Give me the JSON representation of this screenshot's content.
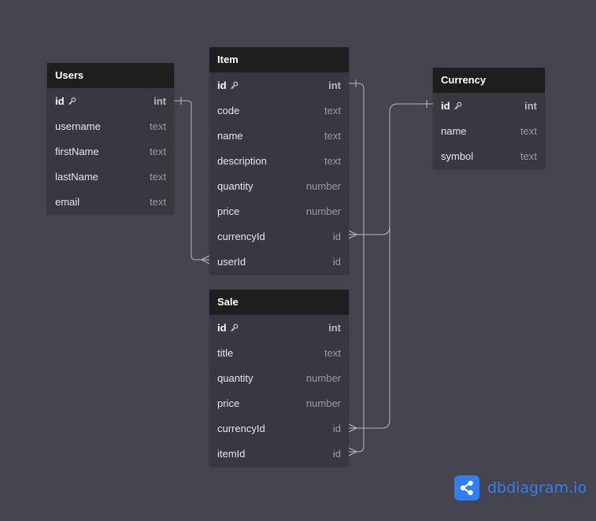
{
  "colors": {
    "background": "#45454f",
    "table_header": "#1e1e1e",
    "table_body": "#383841",
    "connector": "#b8b8c0",
    "brand": "#2f7ff3"
  },
  "tables": {
    "users": {
      "name": "Users",
      "fields": [
        {
          "name": "id",
          "type": "int",
          "pk": true
        },
        {
          "name": "username",
          "type": "text"
        },
        {
          "name": "firstName",
          "type": "text"
        },
        {
          "name": "lastName",
          "type": "text"
        },
        {
          "name": "email",
          "type": "text"
        }
      ]
    },
    "item": {
      "name": "Item",
      "fields": [
        {
          "name": "id",
          "type": "int",
          "pk": true
        },
        {
          "name": "code",
          "type": "text"
        },
        {
          "name": "name",
          "type": "text"
        },
        {
          "name": "description",
          "type": "text"
        },
        {
          "name": "quantity",
          "type": "number"
        },
        {
          "name": "price",
          "type": "number"
        },
        {
          "name": "currencyId",
          "type": "id"
        },
        {
          "name": "userId",
          "type": "id"
        }
      ]
    },
    "currency": {
      "name": "Currency",
      "fields": [
        {
          "name": "id",
          "type": "int",
          "pk": true
        },
        {
          "name": "name",
          "type": "text"
        },
        {
          "name": "symbol",
          "type": "text"
        }
      ]
    },
    "sale": {
      "name": "Sale",
      "fields": [
        {
          "name": "id",
          "type": "int",
          "pk": true
        },
        {
          "name": "title",
          "type": "text"
        },
        {
          "name": "quantity",
          "type": "number"
        },
        {
          "name": "price",
          "type": "number"
        },
        {
          "name": "currencyId",
          "type": "id"
        },
        {
          "name": "itemId",
          "type": "id"
        }
      ]
    }
  },
  "relations": [
    {
      "from": "Users.id",
      "to": "Item.userId",
      "cardinality": "one-to-many"
    },
    {
      "from": "Currency.id",
      "to": "Item.currencyId",
      "cardinality": "one-to-many"
    },
    {
      "from": "Currency.id",
      "to": "Sale.currencyId",
      "cardinality": "one-to-many"
    },
    {
      "from": "Item.id",
      "to": "Sale.itemId",
      "cardinality": "one-to-many"
    }
  ],
  "logo": {
    "text": "dbdiagram.io",
    "icon": "share-nodes-icon"
  }
}
